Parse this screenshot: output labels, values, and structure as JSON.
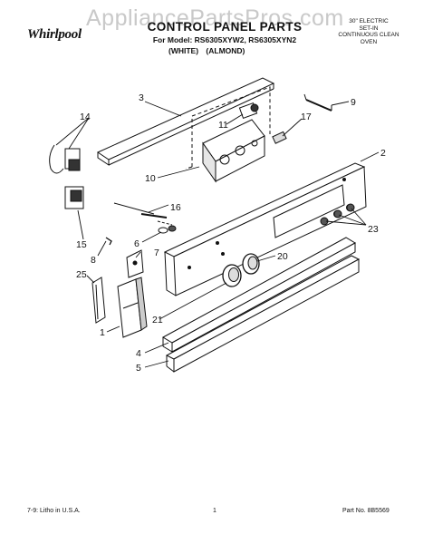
{
  "watermark": "AppliancePartsPros.com",
  "brand": "Whirlpool",
  "header": {
    "title": "CONTROL PANEL PARTS",
    "model_line": "For Model: RS6305XYW2, RS6305XYN2",
    "variant_white": "(WHITE)",
    "variant_almond": "(ALMOND)",
    "spec_lines": [
      "30\" ELECTRIC",
      "SET-IN",
      "CONTINUOUS CLEAN",
      "OVEN"
    ]
  },
  "callouts": {
    "c1": "1",
    "c2": "2",
    "c3": "3",
    "c4": "4",
    "c5": "5",
    "c6": "6",
    "c7": "7",
    "c8": "8",
    "c9": "9",
    "c10": "10",
    "c11": "11",
    "c14": "14",
    "c15": "15",
    "c16": "16",
    "c17": "17",
    "c20": "20",
    "c21": "21",
    "c23": "23",
    "c25": "25"
  },
  "footer": {
    "print_info": "7-9: Litho in U.S.A.",
    "page_number": "1",
    "part_number": "Part No. 8B5569"
  }
}
